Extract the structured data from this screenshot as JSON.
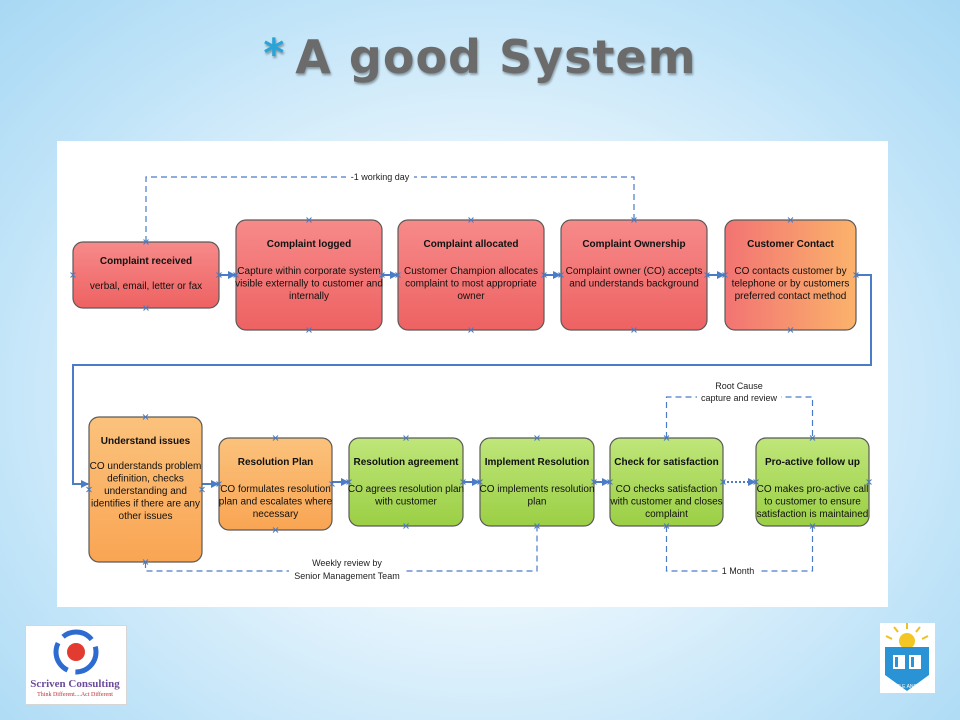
{
  "slide": {
    "title_star": "*",
    "title": "A good System"
  },
  "diagram": {
    "colors": {
      "red": "#f27373",
      "orange": "#fbb36b",
      "green": "#a8d858",
      "connector": "#4a7cc7"
    },
    "boxes": [
      {
        "id": "complaint-received",
        "title": "Complaint received",
        "lines": [
          "verbal, email, letter or fax"
        ],
        "color": "red"
      },
      {
        "id": "complaint-logged",
        "title": "Complaint logged",
        "lines": [
          "Capture within corporate system",
          "visible externally to customer and",
          "internally"
        ],
        "color": "red"
      },
      {
        "id": "complaint-allocated",
        "title": "Complaint allocated",
        "lines": [
          "Customer Champion allocates",
          "complaint to most appropriate",
          "owner"
        ],
        "color": "red"
      },
      {
        "id": "complaint-ownership",
        "title": "Complaint Ownership",
        "lines": [
          "Complaint owner (CO) accepts",
          "and understands background"
        ],
        "color": "red"
      },
      {
        "id": "customer-contact",
        "title": "Customer Contact",
        "lines": [
          "CO contacts customer by",
          "telephone or by customers",
          "preferred contact method"
        ],
        "color": "orange"
      },
      {
        "id": "understand-issues",
        "title": "Understand issues",
        "lines": [
          "CO understands problem",
          "definition, checks",
          "understanding and",
          "identifies if there are any",
          "other issues"
        ],
        "color": "orange"
      },
      {
        "id": "resolution-plan",
        "title": "Resolution Plan",
        "lines": [
          "CO formulates resolution",
          "plan and escalates where",
          "necessary"
        ],
        "color": "orange"
      },
      {
        "id": "resolution-agreement",
        "title": "Resolution agreement",
        "lines": [
          "CO agrees resolution plan",
          "with customer"
        ],
        "color": "green"
      },
      {
        "id": "implement-resolution",
        "title": "Implement Resolution",
        "lines": [
          "CO implements resolution",
          "plan"
        ],
        "color": "green"
      },
      {
        "id": "check-for-satisfaction",
        "title": "Check for satisfaction",
        "lines": [
          "CO checks satisfaction",
          "with customer and closes",
          "complaint"
        ],
        "color": "green"
      },
      {
        "id": "pro-active-follow-up",
        "title": "Pro-active follow up",
        "lines": [
          "CO makes pro-active call",
          "to customer to ensure",
          "satisfaction is maintained"
        ],
        "color": "green"
      }
    ],
    "notes": {
      "working_day": "-1 working day",
      "root_cause": [
        "Root Cause",
        "capture and review"
      ],
      "weekly_review": [
        "Weekly review by",
        "Senior Management Team"
      ],
      "one_month": "1 Month"
    }
  },
  "logos": {
    "left": {
      "name": "Scriven Consulting",
      "tagline": "Think Different....Act Different"
    },
    "right": {
      "caption": "LITTLE ANGELS HIGH SCHOOL"
    }
  }
}
